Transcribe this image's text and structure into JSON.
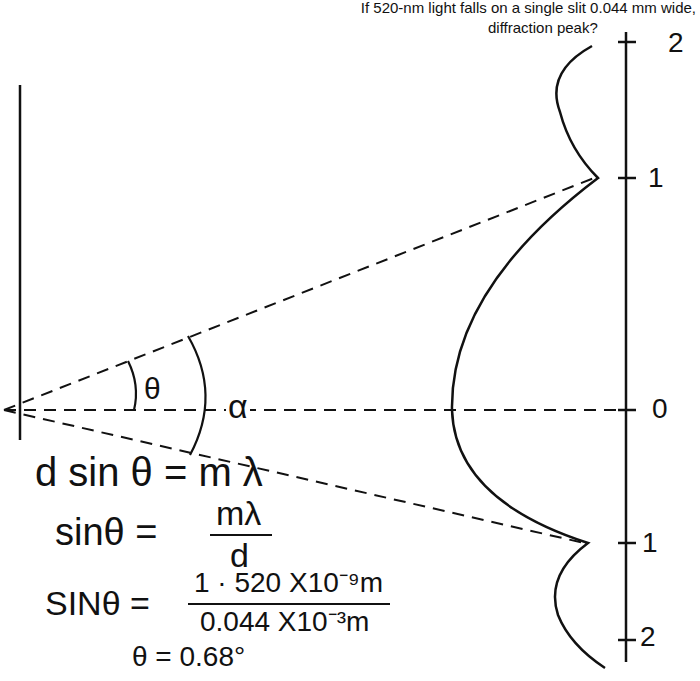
{
  "diagram": {
    "labels": [
      "If 520-nm light falls on a single slit 0.044 mm wide,",
      "diffraction peak?",
      "2",
      "1",
      "0",
      "1",
      "2",
      "θ",
      "α",
      "d sin θ = m λ",
      "sinθ =",
      "mλ",
      "d",
      "SINθ =",
      "1 · 520 X10⁻⁹m",
      "0.044 X10⁻³m",
      "θ = 0.68°"
    ]
  }
}
